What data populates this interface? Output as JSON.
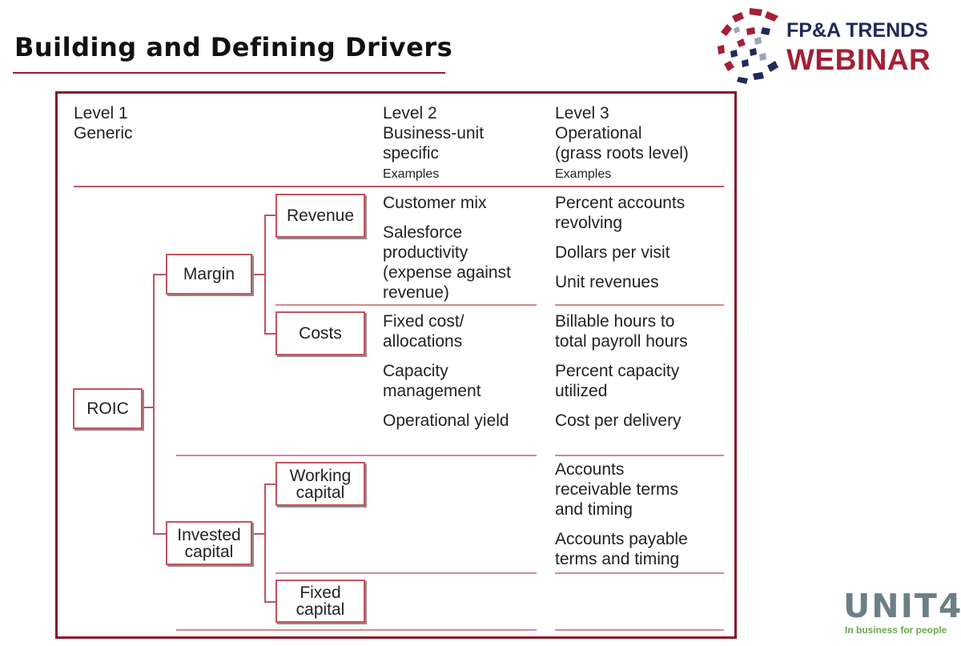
{
  "page": {
    "title": "Building and Defining Drivers"
  },
  "logo": {
    "line1": "FP&A TRENDS",
    "line2": "WEBINAR",
    "brand_red": "#a32035",
    "brand_navy": "#1f2a5a"
  },
  "footer_logo": {
    "word": "UNIT4",
    "tagline": "In business for people"
  },
  "columns": {
    "level1": {
      "title": "Level 1",
      "subtitle": "Generic"
    },
    "level2": {
      "title": "Level 2",
      "subtitle1": "Business-unit",
      "subtitle2": "specific",
      "examples": "Examples"
    },
    "level3": {
      "title": "Level 3",
      "subtitle1": "Operational",
      "subtitle2": "(grass roots level)",
      "examples": "Examples"
    }
  },
  "tree": {
    "root": "ROIC",
    "margin": "Margin",
    "revenue": "Revenue",
    "costs": "Costs",
    "invested_capital_1": "Invested",
    "invested_capital_2": "capital",
    "working_capital_1": "Working",
    "working_capital_2": "capital",
    "fixed_capital_1": "Fixed",
    "fixed_capital_2": "capital"
  },
  "level2_items": {
    "revenue": [
      "Customer mix",
      "Salesforce",
      "productivity",
      "(expense against",
      "revenue)"
    ],
    "costs": [
      "Fixed cost/",
      "allocations",
      "Capacity",
      "management",
      "Operational yield"
    ]
  },
  "level3_items": {
    "revenue": [
      "Percent accounts",
      "revolving",
      "Dollars per visit",
      "Unit revenues"
    ],
    "costs": [
      "Billable hours to",
      "total payroll hours",
      "Percent capacity",
      "utilized",
      "Cost per delivery"
    ],
    "working_capital": [
      "Accounts",
      "receivable terms",
      "and timing",
      "Accounts payable",
      "terms and timing"
    ]
  },
  "colors": {
    "frame": "#8b1426",
    "connector": "#c0545e",
    "rule": "#cf8a90"
  }
}
